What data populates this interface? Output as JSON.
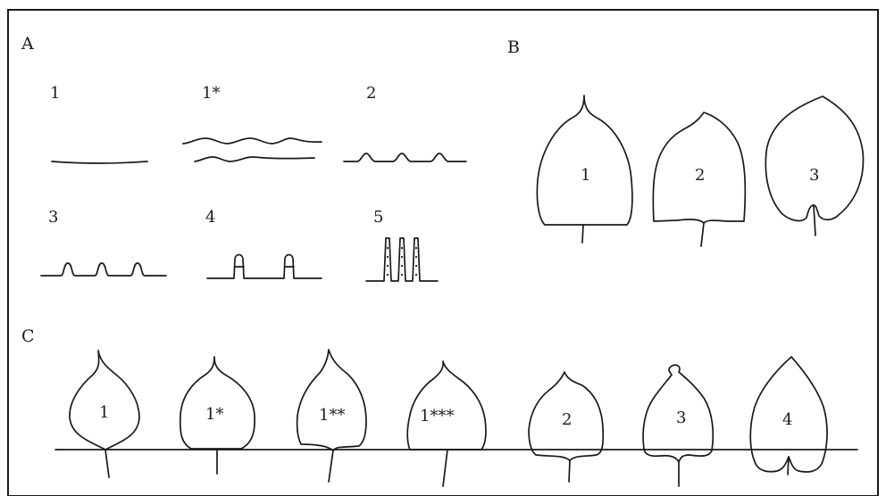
{
  "panels": {
    "a": {
      "label": "A",
      "items": [
        "1",
        "1*",
        "2",
        "3",
        "4",
        "5"
      ]
    },
    "b": {
      "label": "B",
      "items": [
        "1",
        "2",
        "3"
      ]
    },
    "c": {
      "label": "C",
      "items": [
        "1",
        "1*",
        "1**",
        "1***",
        "2",
        "3",
        "4"
      ]
    }
  }
}
